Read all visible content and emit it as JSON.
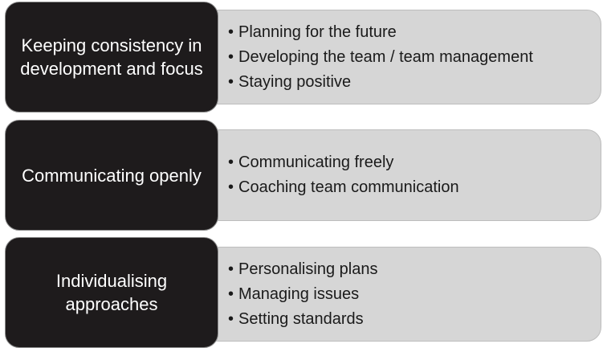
{
  "rows": [
    {
      "category": "Keeping consistency in development and focus",
      "items": [
        "Planning for the future",
        "Developing the team / team management",
        "Staying positive"
      ]
    },
    {
      "category": "Communicating openly",
      "items": [
        "Communicating freely",
        "Coaching team communication"
      ]
    },
    {
      "category": "Individualising approaches",
      "items": [
        "Personalising plans",
        "Managing issues",
        "Setting standards"
      ]
    }
  ],
  "colors": {
    "category_box": "#1e1b1c",
    "category_text": "#ffffff",
    "detail_box": "#d6d6d6",
    "detail_text": "#1a1a1a"
  }
}
